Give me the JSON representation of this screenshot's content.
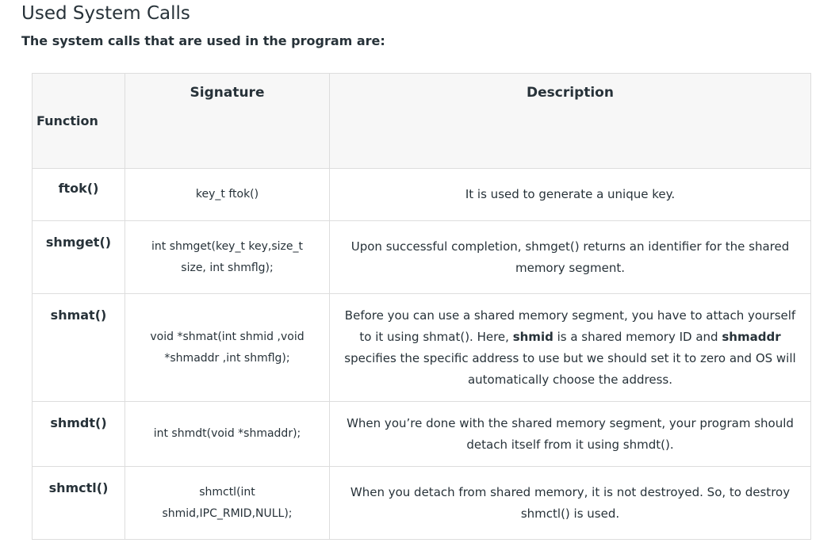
{
  "heading": "Used System Calls",
  "intro": "The system calls that are used in the program are:",
  "table": {
    "headers": {
      "function": "Function",
      "signature": "Signature",
      "description": "Description"
    },
    "rows": [
      {
        "function": "ftok()",
        "signature": "key_t ftok()",
        "description": "It is used to generate a unique key."
      },
      {
        "function": "shmget()",
        "signature": "int shmget(key_t key,size_t size, int shmflg);",
        "description": "Upon successful completion, shmget() returns an identifier for the shared memory segment."
      },
      {
        "function": "shmat()",
        "signature": "void *shmat(int shmid ,void *shmaddr ,int shmflg);",
        "description_parts": {
          "before": "Before you can use a shared memory segment, you have to attach yourself to it using shmat(). Here, ",
          "term1": "shmid",
          "middle": " is a shared memory ID and ",
          "term2": "shmaddr",
          "after": " specifies the specific address to use but we should set it to zero and OS will automatically choose the address."
        }
      },
      {
        "function": "shmdt()",
        "signature": "int shmdt(void *shmaddr);",
        "description": "When you’re done with the shared memory segment, your program should detach itself from it using shmdt()."
      },
      {
        "function": "shmctl()",
        "signature": "shmctl(int shmid,IPC_RMID,NULL);",
        "description": "When you detach from shared memory, it is not destroyed. So, to destroy shmctl() is used."
      }
    ]
  }
}
